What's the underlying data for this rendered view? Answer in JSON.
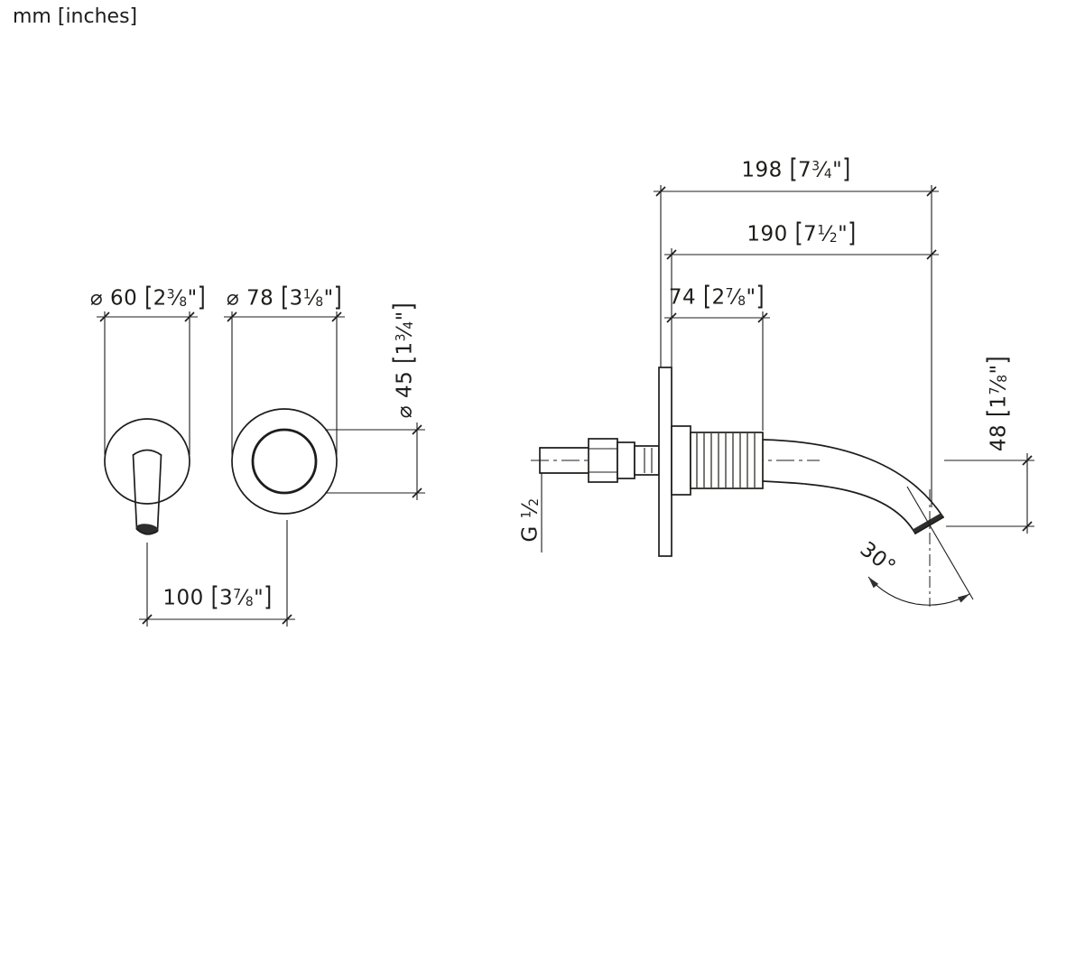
{
  "title": "mm [inches]",
  "front_view": {
    "dims": {
      "spout_flange_diameter": "⌀ 60 [2⅜\"]",
      "handle_flange_diameter": "⌀ 78 [3⅛\"]",
      "handle_diameter": "⌀ 45 [1¾\"]",
      "center_distance": "100 [3⅞\"]"
    }
  },
  "side_view": {
    "dims": {
      "total_depth": "198 [7¾\"]",
      "spout_projection": "190 [7½\"]",
      "wall_to_nut": "74 [2⅞\"]",
      "thread": "G ½",
      "outlet_drop": "48 [1⅞\"]",
      "outlet_angle": "30°"
    }
  },
  "colors": {
    "line": "#1d1d1b",
    "background": "#ffffff"
  }
}
